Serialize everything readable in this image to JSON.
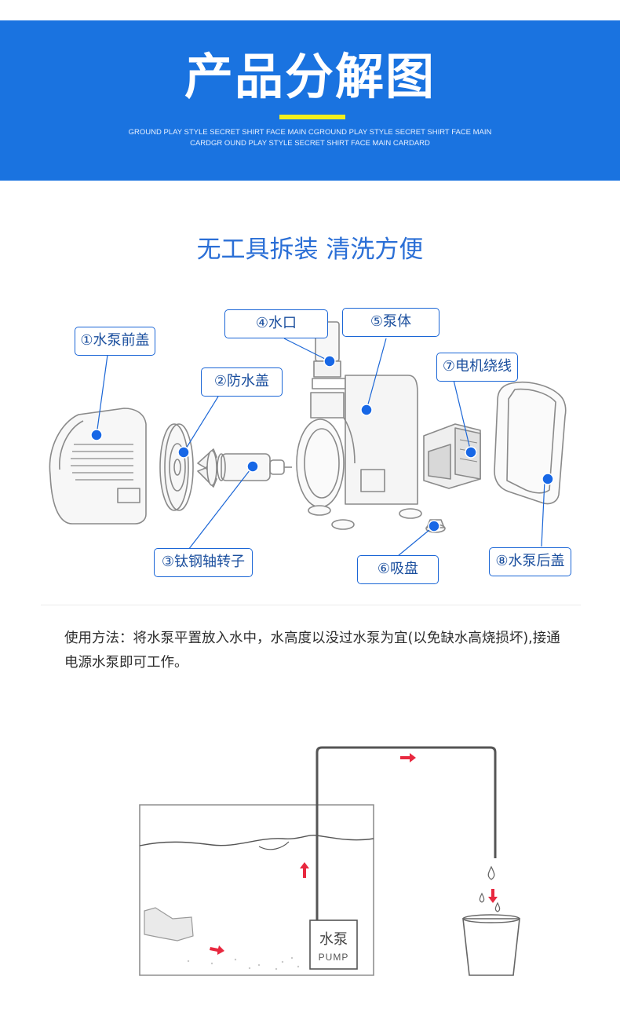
{
  "header": {
    "title": "产品分解图",
    "subtitle_text": "GROUND PLAY STYLE SECRET SHIRT FACE MAIN CGROUND PLAY STYLE SECRET SHIRT FACE MAIN CARDGR OUND PLAY STYLE SECRET SHIRT FACE MAIN CARDARD"
  },
  "section": {
    "heading": "无工具拆装 清洗方便"
  },
  "parts": {
    "front_cover": "①水泵前盖",
    "waterproof_cover": "②防水盖",
    "rotor": "③钛钢轴转子",
    "outlet": "④水口",
    "pump_body": "⑤泵体",
    "suction_cup": "⑥吸盘",
    "motor_coil": "⑦电机绕线",
    "back_cover": "⑧水泵后盖"
  },
  "usage": {
    "text": "使用方法：将水泵平置放入水中，水高度以没过水泵为宜(以免缺水高烧损坏),接通电源水泵即可工作。"
  },
  "diagram": {
    "pump_label_cn": "水泵",
    "pump_label_en": "PUMP"
  },
  "colors": {
    "banner": "#1a73e0",
    "accent_bar": "#f2ef1c",
    "label_border": "#1b66d6",
    "dot": "#1767e6",
    "arrow": "#e8283f"
  }
}
